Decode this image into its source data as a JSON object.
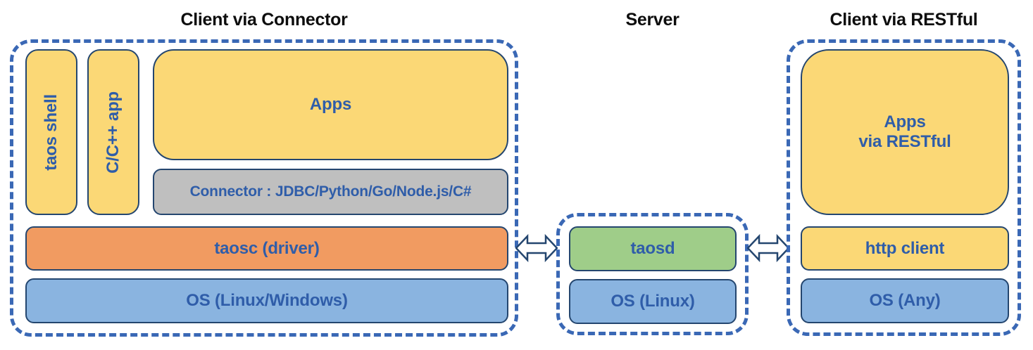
{
  "sections": {
    "client_connector": {
      "title": "Client via Connector",
      "boxes": {
        "taos_shell": "taos shell",
        "c_cpp_app": "C/C++ app",
        "apps": "Apps",
        "connector": "Connector : JDBC/Python/Go/Node.js/C#",
        "taosc": "taosc (driver)",
        "os": "OS (Linux/Windows)"
      }
    },
    "server": {
      "title": "Server",
      "boxes": {
        "taosd": "taosd",
        "os": "OS (Linux)"
      }
    },
    "client_restful": {
      "title": "Client via RESTful",
      "boxes": {
        "apps_line1": "Apps",
        "apps_line2": "via RESTful",
        "http_client": "http client",
        "os": "OS (Any)"
      }
    },
    "icons": {
      "left_arrow": "bidirectional-arrow",
      "right_arrow": "bidirectional-arrow"
    }
  },
  "colors": {
    "yellow_fill": "#fbd876",
    "gray_fill": "#bfbfbf",
    "orange_fill": "#f19b61",
    "blue_fill": "#8ab4e0",
    "green_fill": "#9fcd89",
    "box_border": "#24466f",
    "label_text": "#2f5da9",
    "dashed_border": "#3a68b5",
    "title_text": "#0d0d0d",
    "arrow_fill": "#ffffff"
  }
}
